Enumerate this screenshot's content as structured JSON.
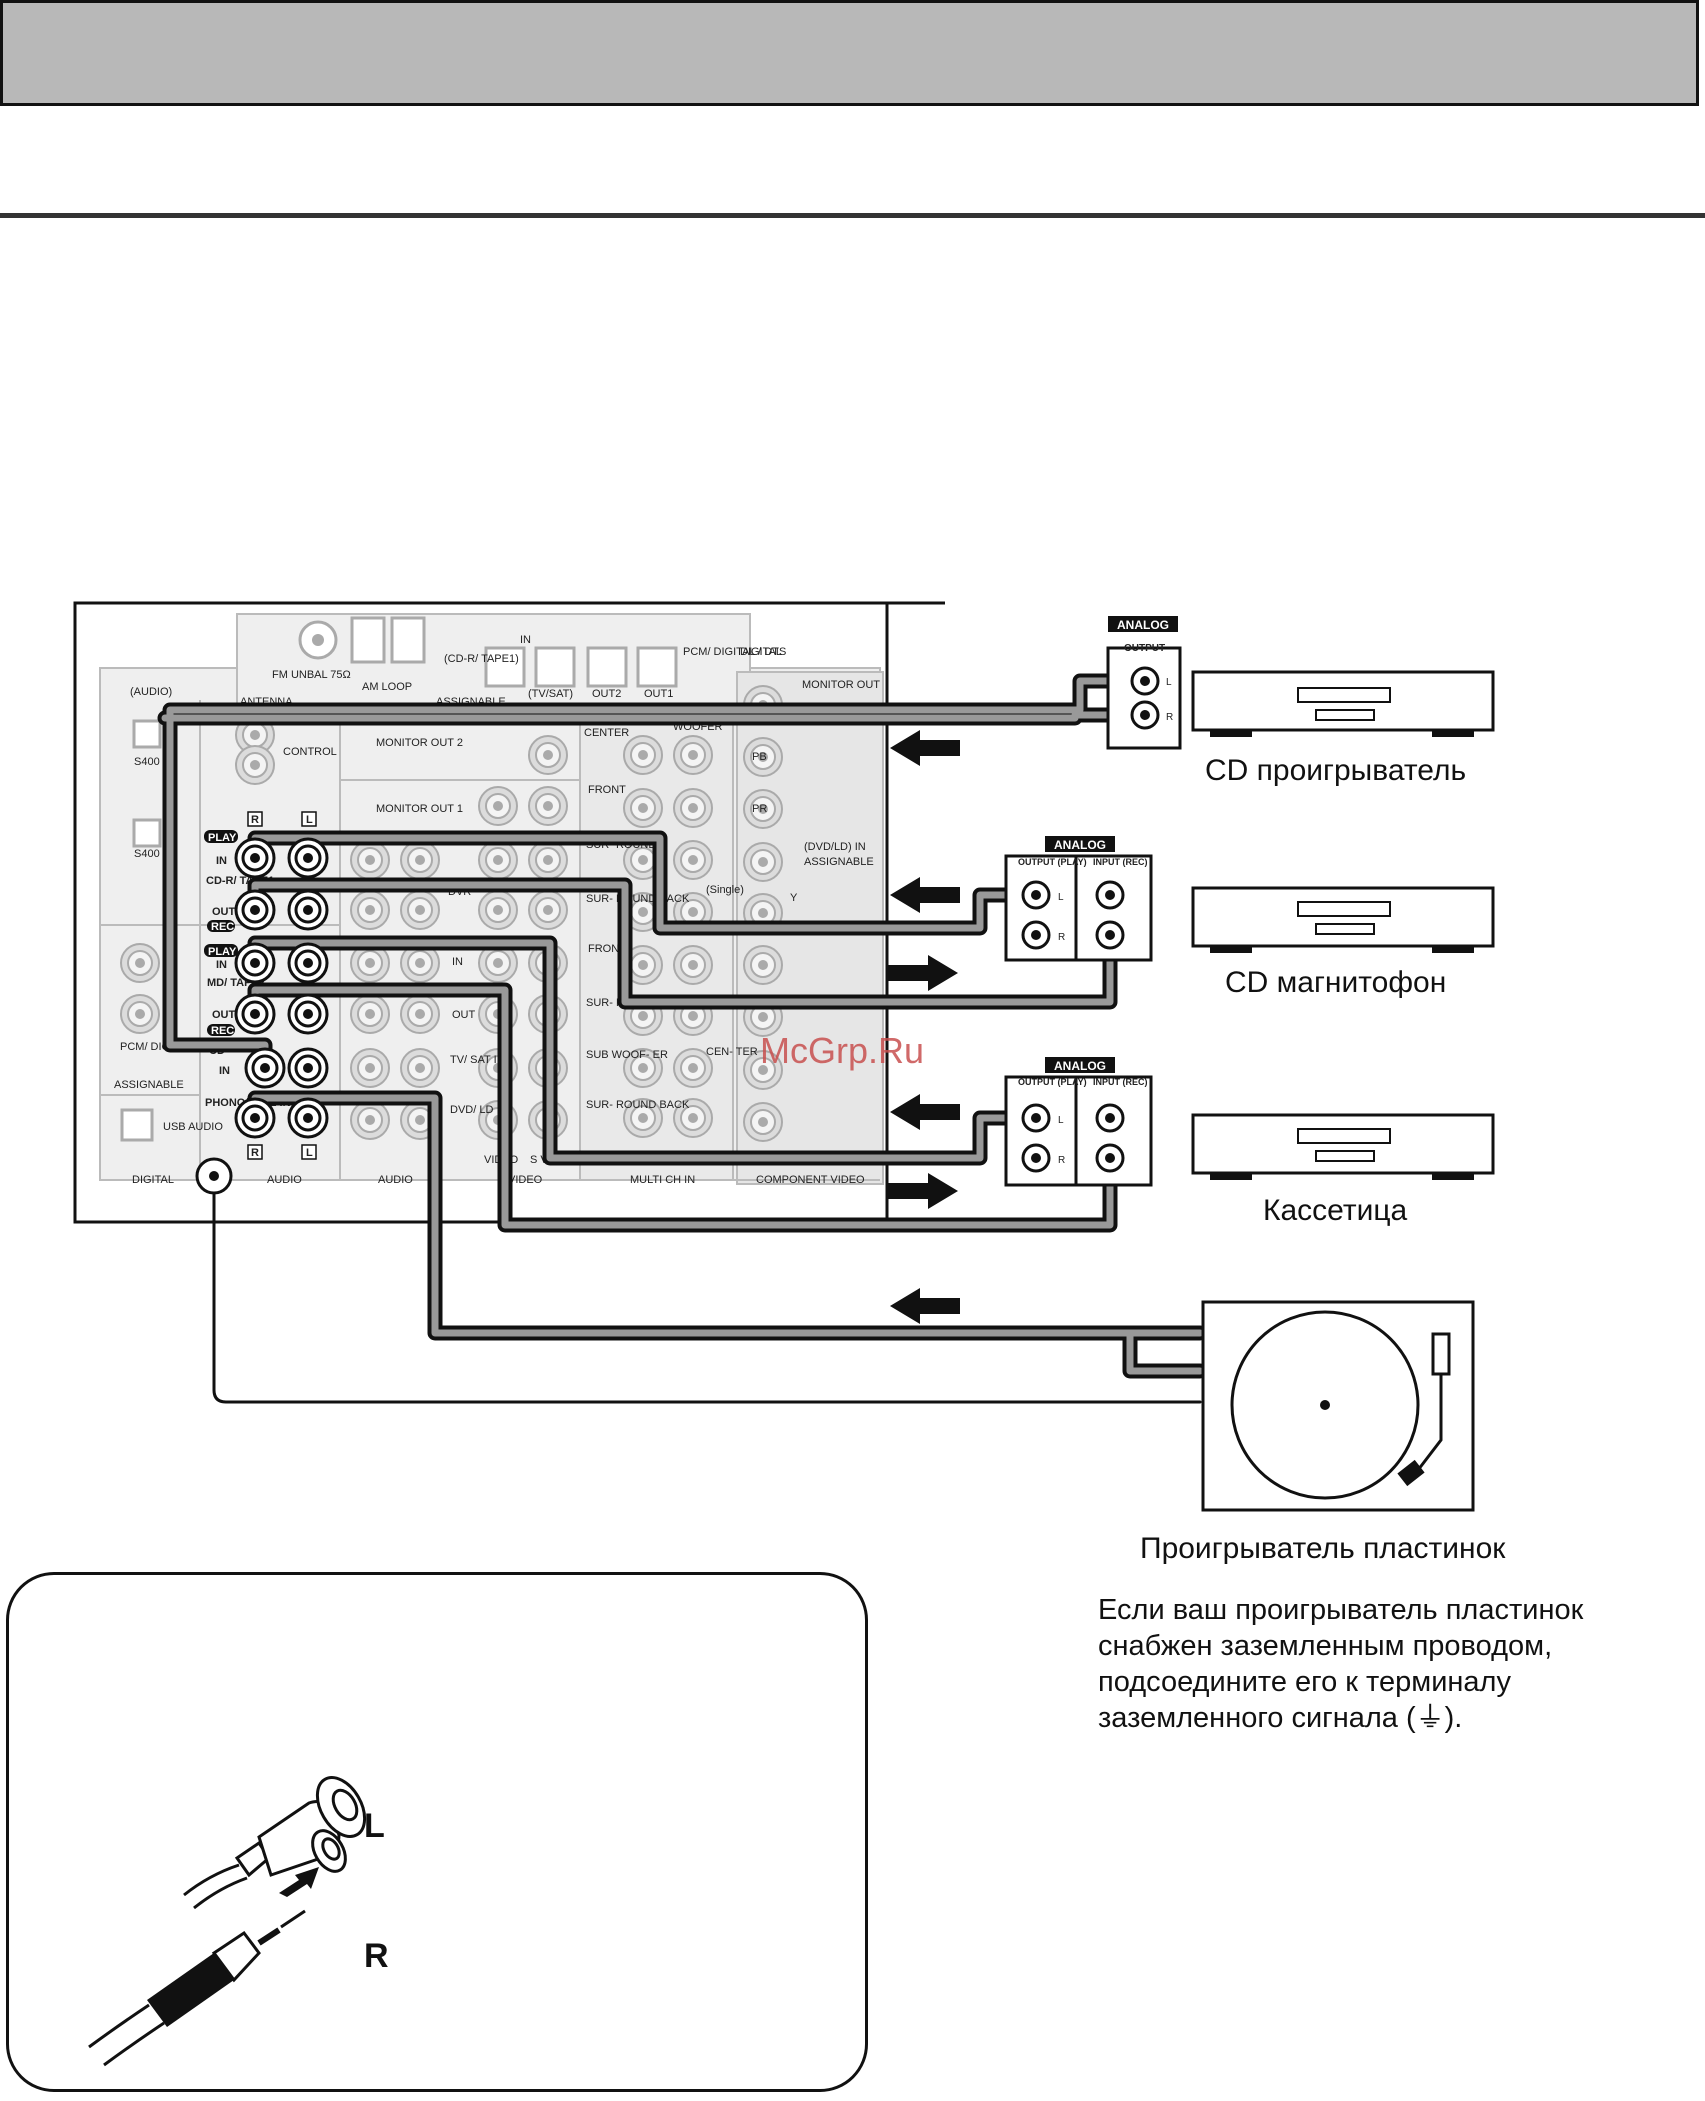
{
  "watermark": "McGrp.Ru",
  "devices": [
    {
      "id": "cd-player",
      "name": "CD проигрыватель",
      "badge": "ANALOG",
      "jack_group": "OUTPUT"
    },
    {
      "id": "cd-recorder",
      "name": "CD магнитофон",
      "badge": "ANALOG",
      "jack_groups": [
        "OUTPUT (PLAY)",
        "INPUT (REC)"
      ]
    },
    {
      "id": "cassette",
      "name": "Кассетица",
      "badge": "ANALOG",
      "jack_groups": [
        "OUTPUT (PLAY)",
        "INPUT (REC)"
      ]
    },
    {
      "id": "turntable",
      "name": "Проигрыватель пластинок"
    }
  ],
  "note_lines": [
    "Если ваш проигрыватель пластинок",
    "снабжен заземленным проводом,",
    "подсоедините его к терминалу",
    "заземленного сигнала (⏚)."
  ],
  "receiver": {
    "sections": [
      "ANTENNA",
      "ASSIGNABLE",
      "DIGITAL",
      "AUDIO",
      "AUDIO",
      "VIDEO",
      "MULTI CH IN",
      "COMPONENT VIDEO"
    ],
    "labels": {
      "fm": "FM UNBAL 75Ω",
      "am": "AM LOOP",
      "digital": "DIGITAL",
      "monitor_out": "MONITOR OUT",
      "monitor_out2": "MONITOR OUT 2",
      "monitor_out1": "MONITOR OUT 1",
      "control": "CONTROL",
      "in": "IN",
      "out": "OUT",
      "cd_r_tape1": "(CD-R/ TAPE1)",
      "tv_sat": "(TV/SAT)",
      "out2": "OUT2",
      "out1": "OUT1",
      "pcm": "PCM/ DIGITAL / DTS",
      "center": "CENTER",
      "woofer": "WOOFER",
      "front": "FRONT",
      "surround": "SUR- ROUND",
      "surround_back": "SUR- ROUND BACK",
      "single": "(Single)",
      "dvd_ld_in": "(DVD/LD) IN",
      "dvr": "DVR",
      "tv_sat_in": "TV/ SAT IN",
      "dvd_ld_in2": "DVD/ LD IN",
      "sub_woofer": "SUB WOOF- ER",
      "cen_ter": "CEN- TER",
      "usb_audio": "USB AUDIO",
      "i_audio": "(AUDIO)",
      "s400": "S400",
      "video": "VIDEO",
      "s_video": "S VIDEO",
      "y": "Y",
      "pb": "PB",
      "pr": "PR"
    },
    "tape_labels": {
      "play": "PLAY",
      "rec": "REC",
      "in": "IN",
      "out": "OUT",
      "cd_r_tape1": "CD-R/ TAPE1",
      "md_tape2": "MD/ TAPE2",
      "cd": "CD",
      "phono": "PHONO/ LINE IN",
      "r": "R",
      "l": "L"
    }
  },
  "plug_labels": {
    "l": "L",
    "r": "R"
  },
  "colors": {
    "cable": "#777777",
    "outline": "#111111",
    "panel_gray": "#e3e3e3",
    "header": "#b8b8b8"
  }
}
